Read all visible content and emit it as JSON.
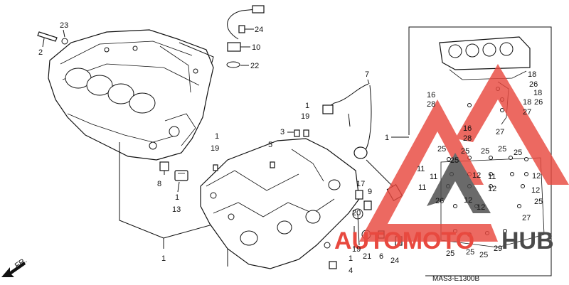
{
  "diagram": {
    "code": "MAS3-E1300B",
    "front_label": "FR.",
    "labels": {
      "n23": "23",
      "n2": "2",
      "n8": "8",
      "n1a": "1",
      "n13": "13",
      "n1b": "1",
      "n24a": "24",
      "n10": "10",
      "n22": "22",
      "n1c": "1",
      "n19a": "19",
      "n3": "3",
      "n1d": "1",
      "n19b": "19",
      "n5": "5",
      "n7": "7",
      "n1e": "1",
      "n17": "17",
      "n9": "9",
      "n20": "20",
      "n19c": "19",
      "n21": "21",
      "n6": "6",
      "n24b": "24",
      "n4": "4",
      "n1f": "1",
      "n18a": "18",
      "n26a": "26",
      "n18b": "18",
      "n18c": "18",
      "n26b": "26",
      "n27a": "27",
      "n16a": "16",
      "n28a": "28",
      "n16b": "16",
      "n28b": "28",
      "n27b": "27",
      "n25a": "25",
      "n25b": "25",
      "n25c": "25",
      "n25d": "25",
      "n25e": "25",
      "n25f": "25",
      "n11a": "11",
      "n11b": "11",
      "n11c": "11",
      "n11d": "11",
      "n12a": "12",
      "n12b": "12",
      "n12c": "12",
      "n12d": "12",
      "n12e": "12",
      "n12f": "12",
      "n26c": "26",
      "n25g": "25",
      "n27c": "27",
      "n25h": "25",
      "n25i": "25",
      "n25j": "25",
      "n29": "29"
    }
  },
  "watermark": {
    "text_left": "AUTOMOTO",
    "text_right": "HUB",
    "color_red": "#e8493f",
    "color_dark": "#4a4a4a"
  }
}
